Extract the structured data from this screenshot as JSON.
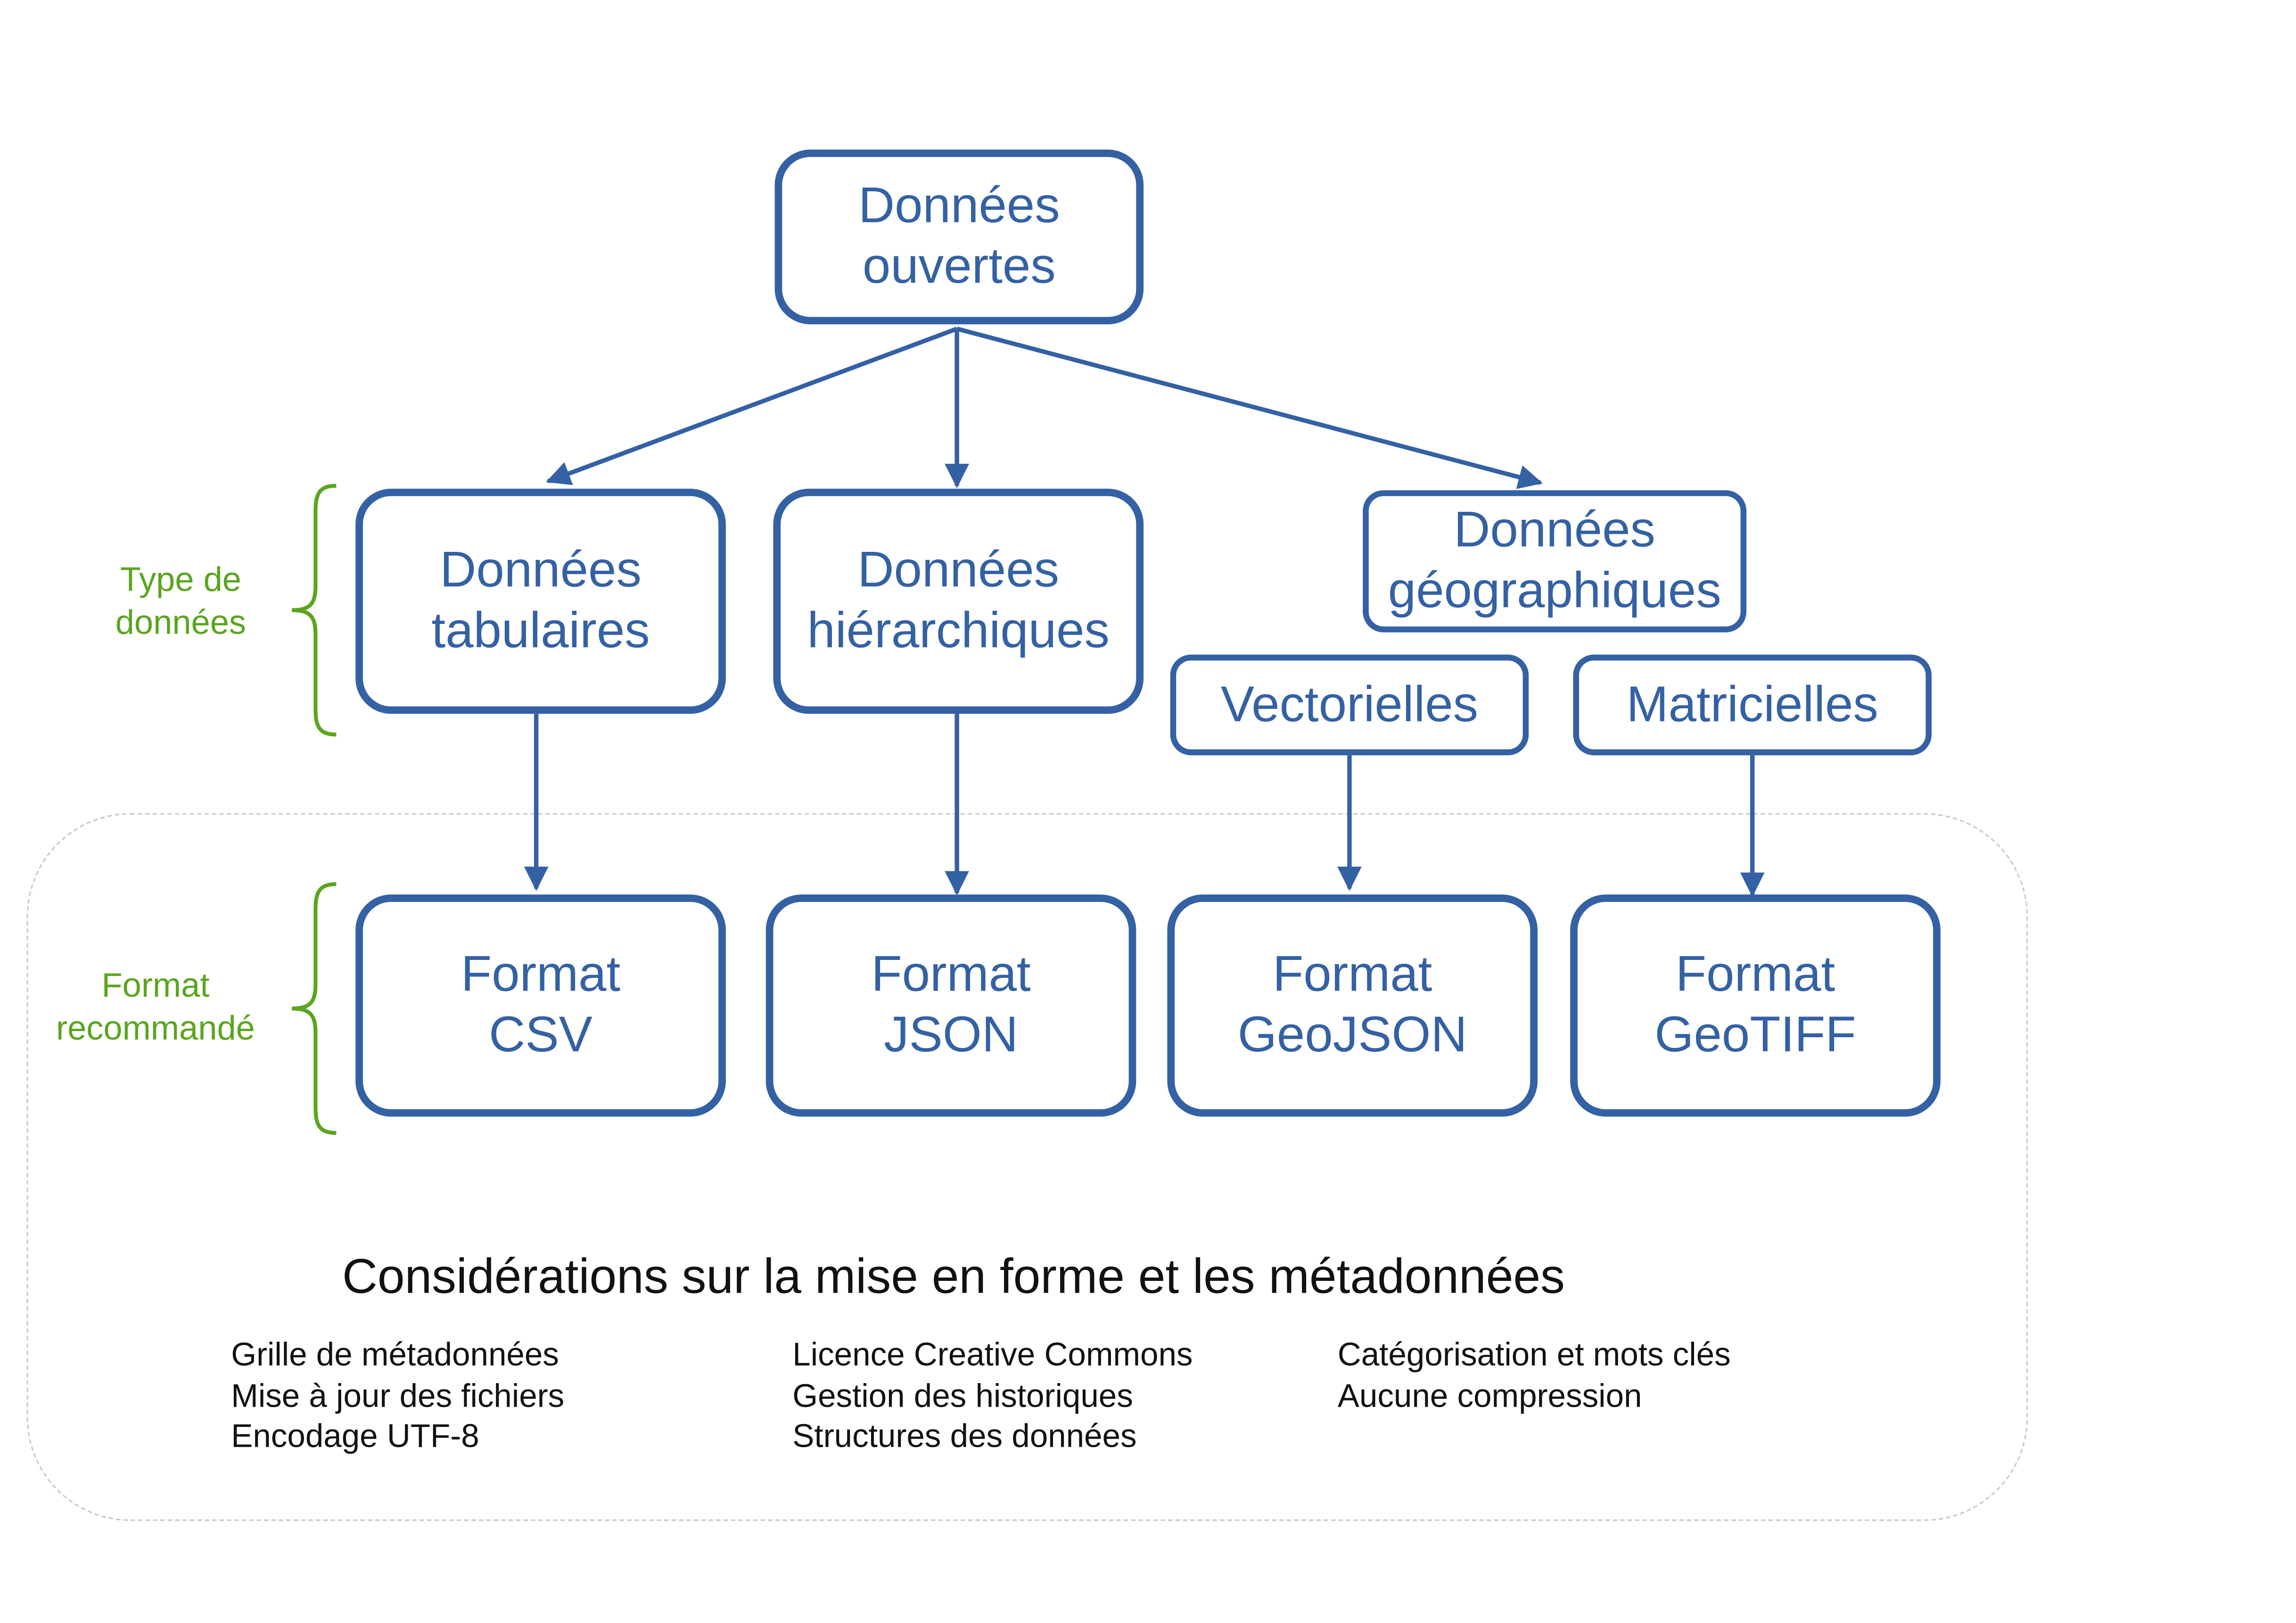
{
  "root": {
    "line1": "Données",
    "line2": "ouvertes"
  },
  "types": {
    "tabular": {
      "line1": "Données",
      "line2": "tabulaires"
    },
    "hierarchical": {
      "line1": "Données",
      "line2": "hiérarchiques"
    },
    "geographic": {
      "line1": "Données",
      "line2": "géographiques"
    },
    "vector": "Vectorielles",
    "raster": "Matricielles"
  },
  "formats": {
    "csv": {
      "line1": "Format",
      "line2": "CSV"
    },
    "json": {
      "line1": "Format",
      "line2": "JSON"
    },
    "geojson": {
      "line1": "Format",
      "line2": "GeoJSON"
    },
    "geotiff": {
      "line1": "Format",
      "line2": "GeoTIFF"
    }
  },
  "side_labels": {
    "type": {
      "line1": "Type de",
      "line2": "données"
    },
    "format": {
      "line1": "Format",
      "line2": "recommandé"
    }
  },
  "considerations": {
    "title": "Considérations sur la mise en forme et les métadonnées",
    "columns": [
      [
        "Grille de métadonnées",
        "Mise à jour des fichiers",
        "Encodage UTF-8"
      ],
      [
        "Licence Creative Commons",
        "Gestion des historiques",
        "Structures des données"
      ],
      [
        "Catégorisation et mots clés",
        "Aucune compression"
      ]
    ]
  },
  "colors": {
    "node_stroke": "#3461a4",
    "node_text": "#3461a4",
    "side_label": "#5aa51e",
    "panel_border": "#c8c8c8",
    "body_text": "#111111"
  }
}
